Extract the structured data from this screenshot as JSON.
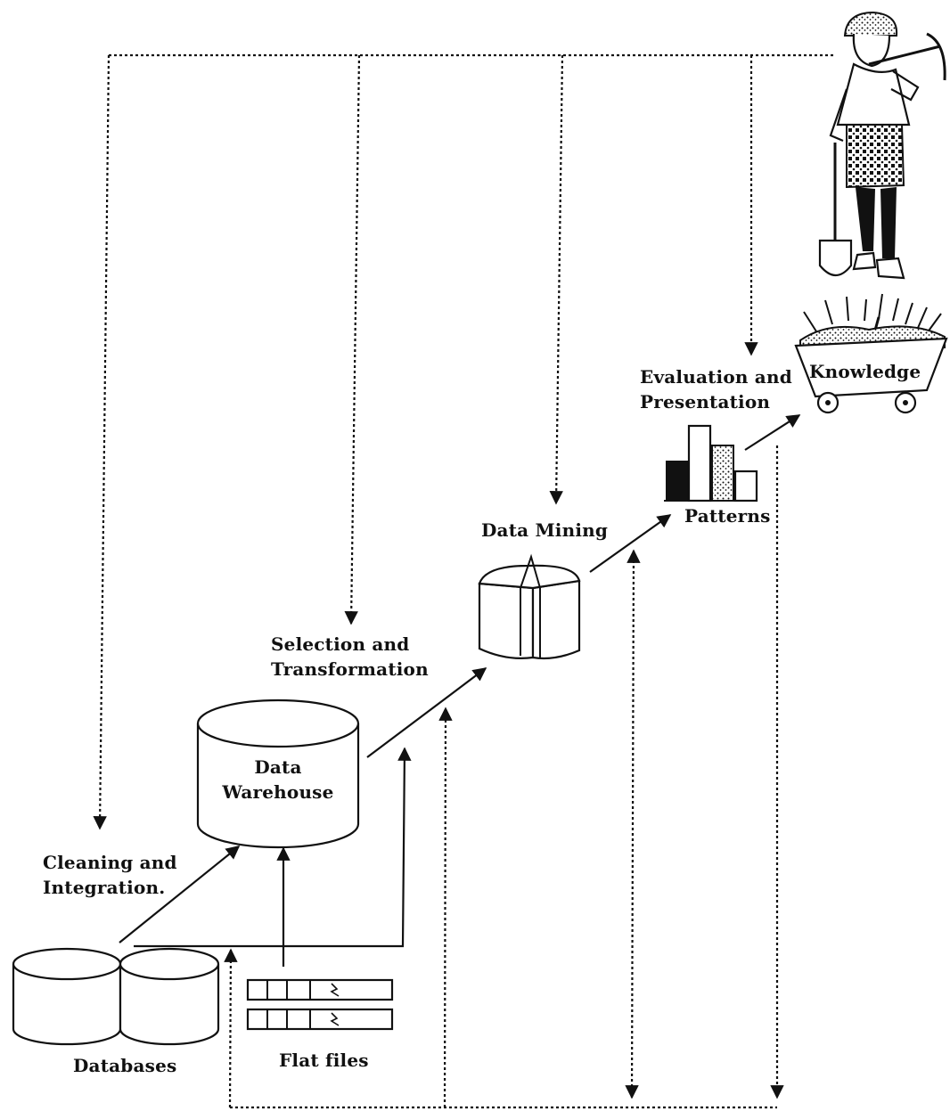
{
  "labels": {
    "cleaning_line1": "Cleaning and",
    "cleaning_line2": "Integration.",
    "selection_line1": "Selection and",
    "selection_line2": "Transformation",
    "data_mining": "Data Mining",
    "evaluation_line1": "Evaluation and",
    "evaluation_line2": "Presentation",
    "patterns": "Patterns",
    "knowledge": "Knowledge",
    "warehouse_line1": "Data",
    "warehouse_line2": "Warehouse",
    "databases": "Databases",
    "flat_files": "Flat files"
  },
  "icons": [
    "databases-icon",
    "flat-files-icon",
    "data-warehouse-icon",
    "data-mining-icon",
    "patterns-bar-icon",
    "knowledge-cart-icon",
    "miner-figure-icon"
  ],
  "colors": {
    "ink": "#111111",
    "background": "#ffffff"
  }
}
